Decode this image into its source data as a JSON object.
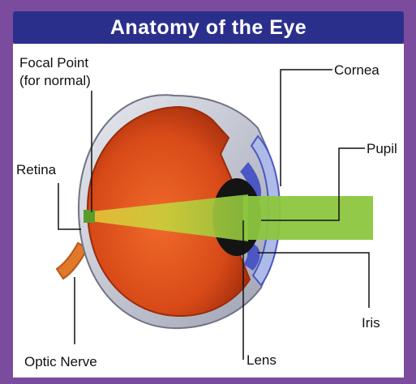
{
  "title": "Anatomy of the Eye",
  "labels": {
    "focal_point_line1": "Focal Point",
    "focal_point_line2": "(for normal)",
    "retina": "Retina",
    "optic_nerve": "Optic Nerve",
    "cornea": "Cornea",
    "pupil": "Pupil",
    "iris": "Iris",
    "lens": "Lens"
  },
  "colors": {
    "frame": "#7b4b9e",
    "title_bar": "#2b2f8c",
    "eyeball": "#d94a1a",
    "sclera": "#c9ccd6",
    "light_beam": "#8cc63f",
    "iris": "#4a57c4",
    "leader_lines": "#111111"
  }
}
